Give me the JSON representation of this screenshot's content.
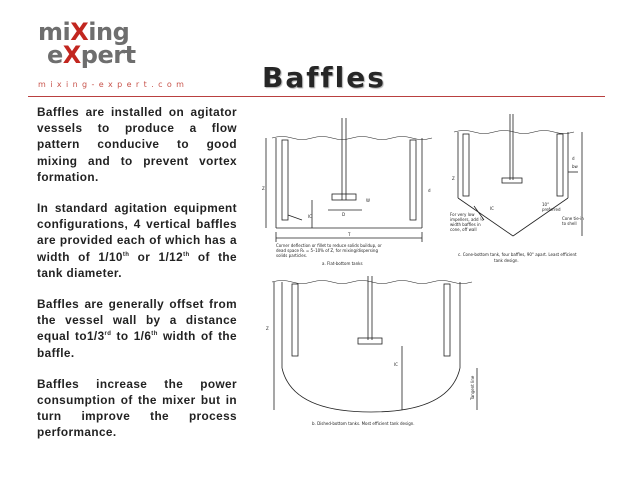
{
  "logo": {
    "line1_a": "mi",
    "line1_b": "X",
    "line1_c": "ing",
    "line2_a": "e",
    "line2_b": "X",
    "line2_c": "pert",
    "tagline": "mixing-expert.com"
  },
  "title": "Baffles",
  "paragraphs": {
    "p1": "Baffles are installed on agitator vessels to produce a flow pattern conducive to good mixing and to prevent vortex formation.",
    "p2_a": "In standard agitation equipment configurations, 4 vertical baffles are provided each of which has a width of 1/10",
    "p2_sup1": "th",
    "p2_b": " or 1/12",
    "p2_sup2": "th",
    "p2_c": " of the tank diameter.",
    "p3_a": "Baffles are generally offset from the vessel wall by a distance equal to1/3",
    "p3_sup1": "rd",
    "p3_b": " to 1/6",
    "p3_sup2": "th",
    "p3_c": " width of the baffle.",
    "p4": "Baffles increase the power consumption of the mixer but in turn improve the process performance."
  },
  "diagram": {
    "a_caption": "a. Flat-bottom tanks",
    "a_note1": "Corner deflection or fillet to reduce solids buildup, or",
    "a_note2": "dead space R₁ = 5–10% of Z, for mixing/dispersing",
    "a_note3": "solids particles.",
    "c_caption1": "c. Cone-bottom tank, four baffles, 90° apart. Least efficient",
    "c_caption2": "tank design.",
    "c_note1": "For very low",
    "c_note2": "impellers, add ½",
    "c_note3": "width baffles in",
    "c_note4": "cone, off wall",
    "c_note5": "Cone tie-in",
    "c_note6": "to shell",
    "c_pref1": "10°",
    "c_pref2": "preferred",
    "b_caption": "b. Dished-bottom tanks. Most efficient tank design.",
    "b_tangent": "Tangent line",
    "lbl_Z": "Z",
    "lbl_IC": "IC",
    "lbl_D": "D",
    "lbl_T": "T",
    "lbl_W": "W",
    "lbl_d": "d",
    "lbl_bw": "bw"
  }
}
